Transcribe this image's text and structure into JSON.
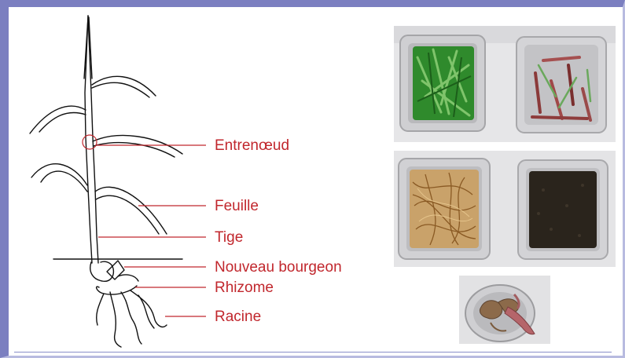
{
  "labels": {
    "internode": "Entrenœud",
    "leaf": "Feuille",
    "stem": "Tige",
    "new_bud": "Nouveau bourgeon",
    "rhizome": "Rhizome",
    "root": "Racine"
  },
  "colors": {
    "frame": "#7b7fc0",
    "label": "#c1272d",
    "leader_line": "#c1272d",
    "tray_foil": "#c9c9c9",
    "leaves_green": "#2f8a2c",
    "roots_tan": "#b8894a",
    "soil_dark": "#2a241c"
  }
}
